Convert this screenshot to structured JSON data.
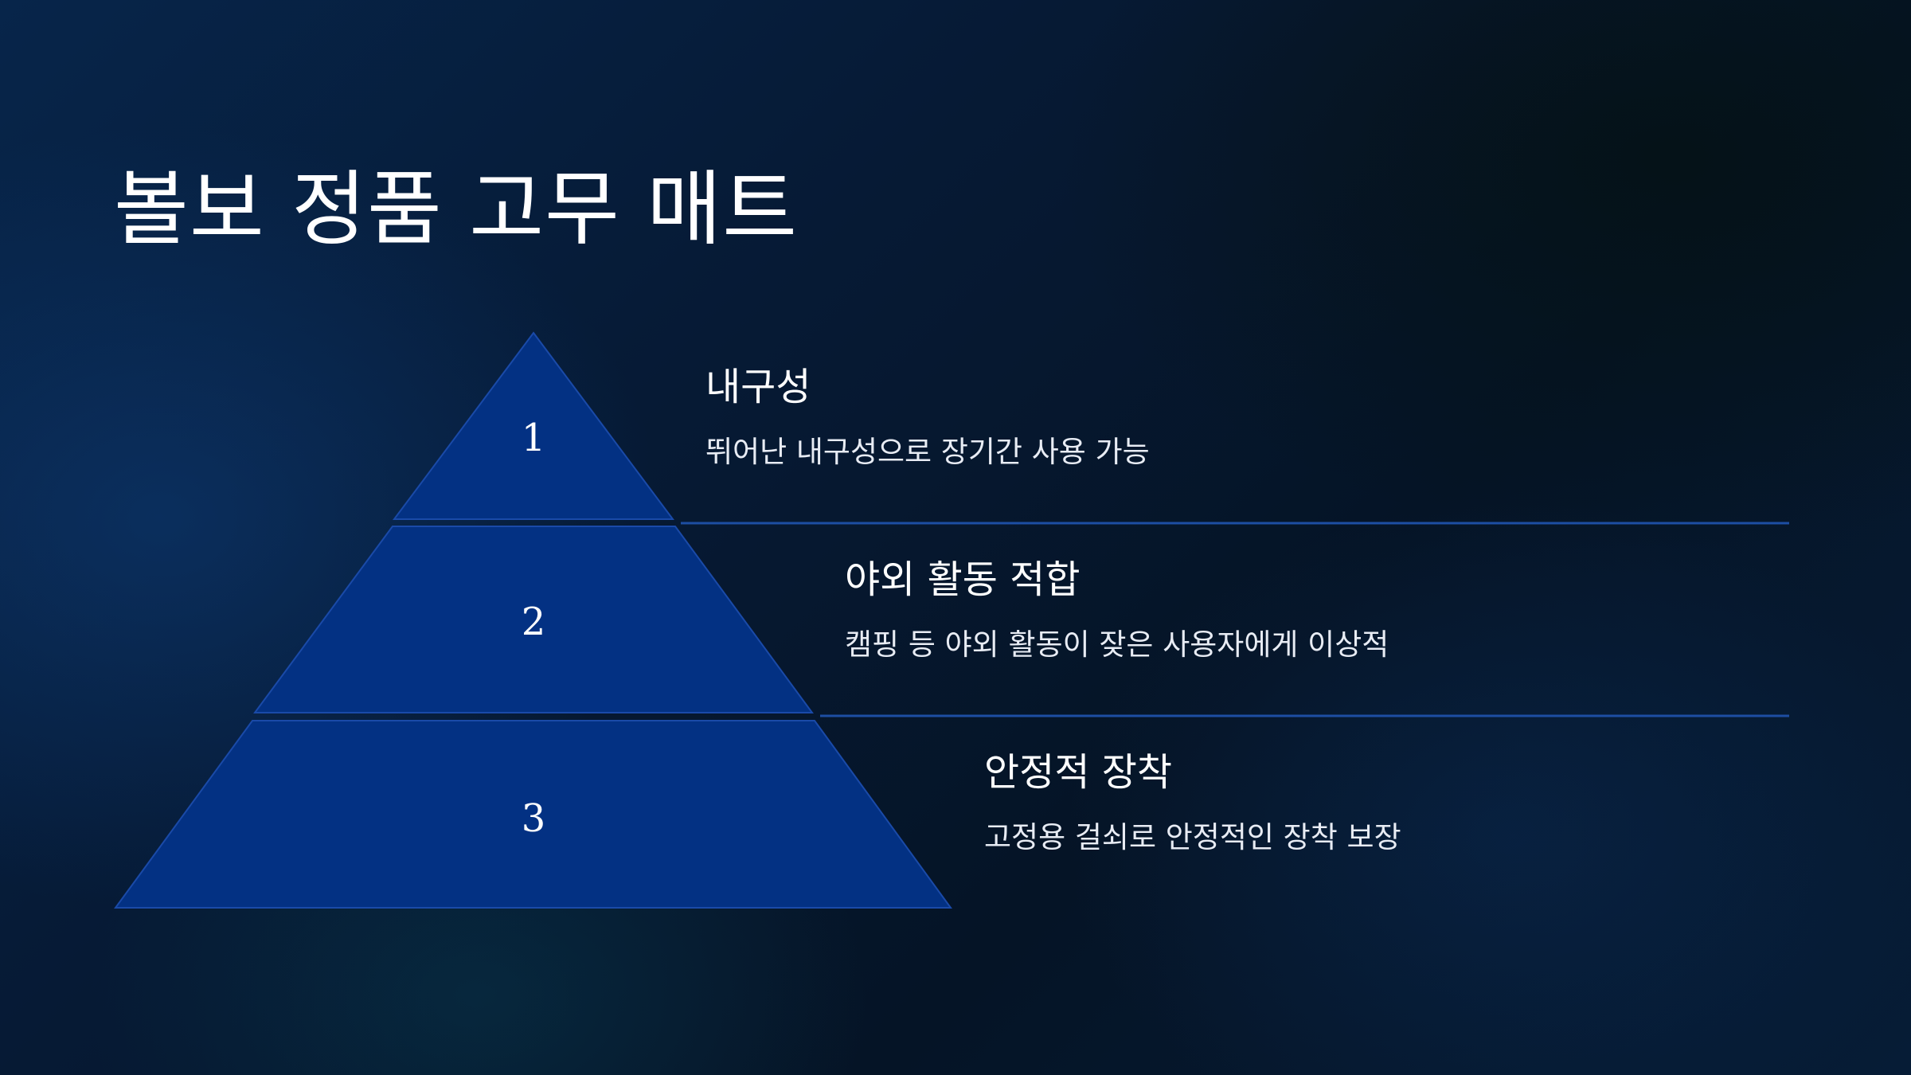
{
  "title": "볼보 정품 고무 매트",
  "tiers": [
    {
      "number": "1",
      "heading": "내구성",
      "description": "뛰어난 내구성으로 장기간 사용 가능"
    },
    {
      "number": "2",
      "heading": "야외 활동 적합",
      "description": "캠핑 등 야외 활동이 잦은 사용자에게 이상적"
    },
    {
      "number": "3",
      "heading": "안정적 장착",
      "description": "고정용 걸쇠로 안정적인 장착 보장"
    }
  ],
  "colors": {
    "tier_fill": "#033183",
    "divider": "#1d4ea3",
    "text": "#ffffff"
  }
}
